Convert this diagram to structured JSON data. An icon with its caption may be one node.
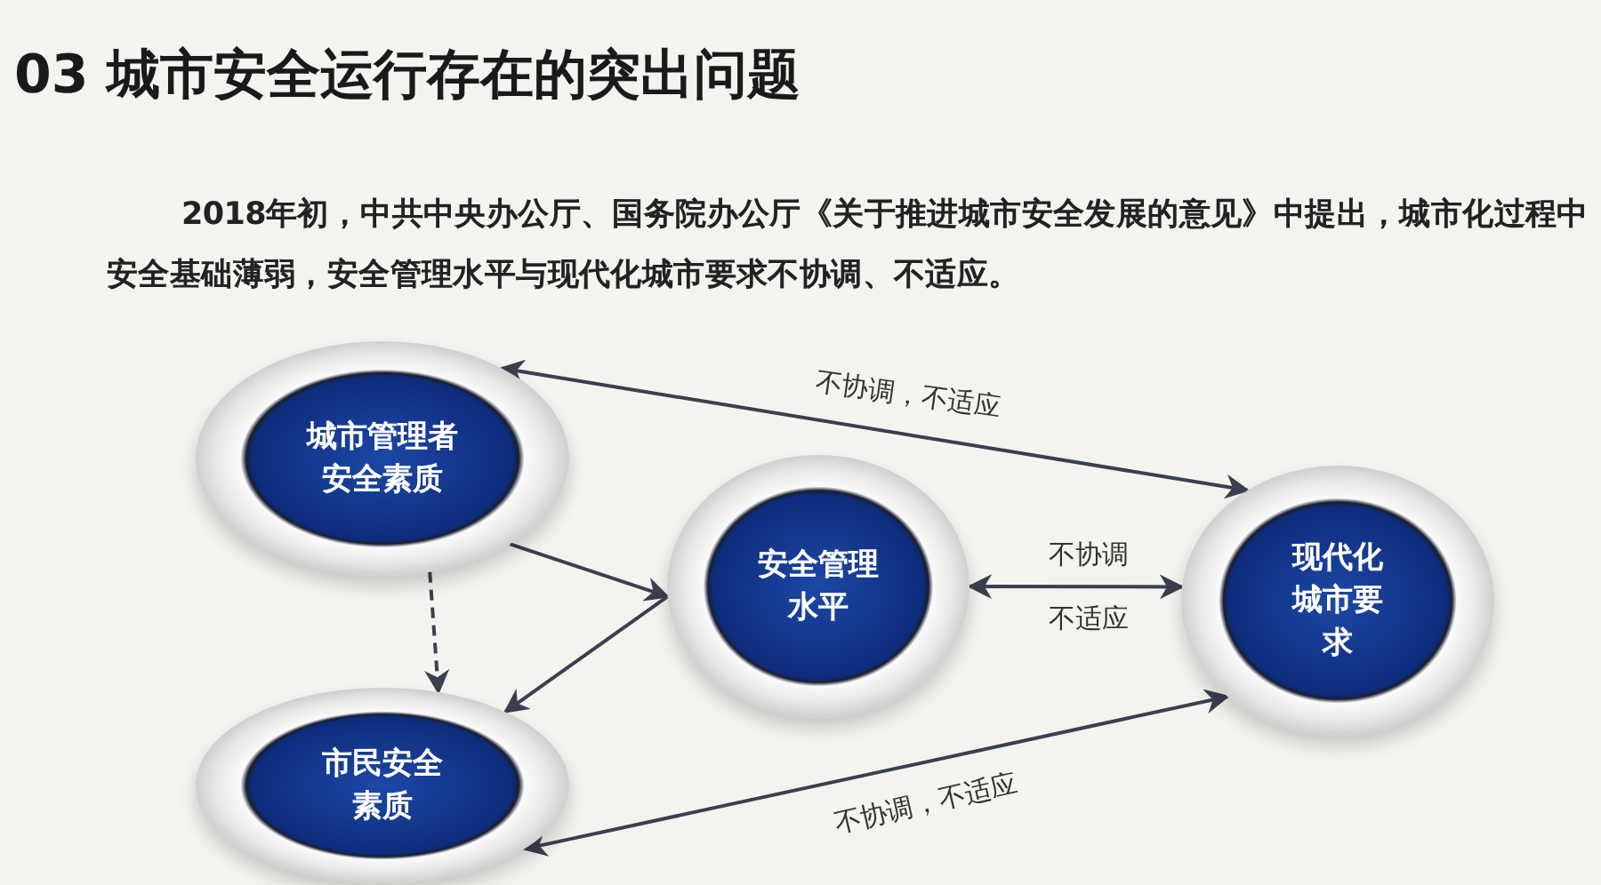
{
  "diagram": {
    "title": "03 城市安全运行存在的突出问题",
    "nodes": [
      {
        "text": [
          "城市管理者安全素质"
        ]
      },
      {
        "text": [
          "安全管理水平"
        ]
      },
      {
        "text": [
          "现代化城市要求"
        ]
      },
      {
        "text": [
          "市民安全素质"
        ]
      }
    ],
    "edges": [
      {
        "from": 0,
        "to": 2,
        "arrow": "both",
        "label": "不协调，不适应"
      },
      {
        "from": 0,
        "to": 1,
        "arrow": "to"
      },
      {
        "from": 1,
        "to": 3,
        "arrow": "to"
      },
      {
        "from": 1,
        "to": 2,
        "arrow": "both",
        "label": "不协调"
      },
      {
        "from": 0,
        "to": 3,
        "arrow": "to",
        "style": "dashed"
      },
      {
        "from": 3,
        "to": 2,
        "arrow": "both",
        "label": "不协调，不适应"
      }
    ],
    "labels": [
      "2018年初，中共中央办公厅、国务院办公厅《关于推进城市安全发展的意见》中提出，城市化过程中安全基础薄弱，安全管理水平与现代化城市要求不协调、不适应。",
      "不适应"
    ]
  }
}
